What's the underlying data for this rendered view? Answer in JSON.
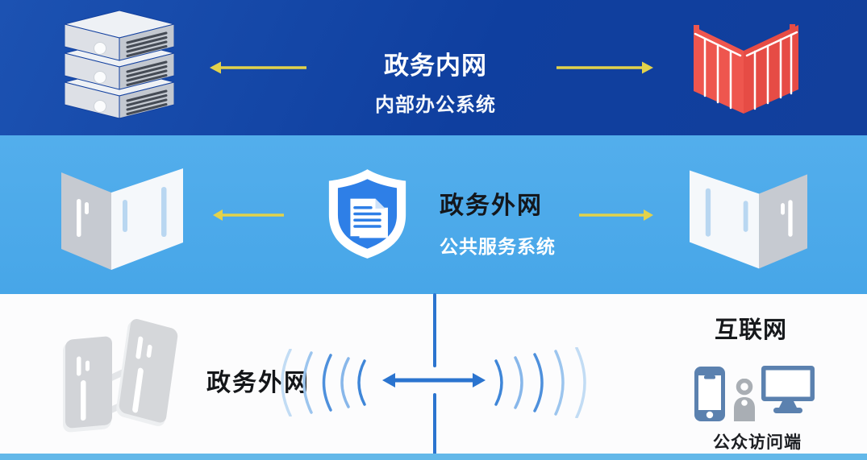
{
  "diagram": {
    "top_band": {
      "title": "政务内网",
      "subtitle": "内部办公系统",
      "left_icon": "server-stack",
      "right_icon": "red-firewall-wall",
      "arrows": [
        "left",
        "right"
      ],
      "arrow_color": "#e2d24b"
    },
    "middle_band": {
      "title": "政务外网",
      "subtitle": "公共服务系统",
      "center_icon": "shield-document",
      "left_icon": "firewall-panel",
      "right_icon": "firewall-panel-mirrored",
      "arrows": [
        "left",
        "right"
      ],
      "arrow_color": "#e2d24b"
    },
    "bottom_band": {
      "gateway_label": "政务外网",
      "gateway_icon": "gateway-panels",
      "internet_label": "互联网",
      "access_label": "公众访问端",
      "devices": [
        "smartphone",
        "person",
        "monitor"
      ],
      "link": "double-headed-arrow-with-signal-waves"
    }
  },
  "colors": {
    "band_top_blue": "#113f9f",
    "band_middle_blue": "#4aa8e9",
    "band_bottom_white": "#fcfcfd",
    "bottom_strip_blue": "#63b8e9",
    "yellow_arrow": "#e2d24b",
    "blue_arrow": "#2b74cf",
    "red_wall": "#ee564e",
    "shield_blue": "#2e7fe7",
    "device_steel_blue": "#5b81af",
    "person_gray": "#a9aeb4",
    "dark_text": "#14171c",
    "white_text": "#ffffff"
  }
}
